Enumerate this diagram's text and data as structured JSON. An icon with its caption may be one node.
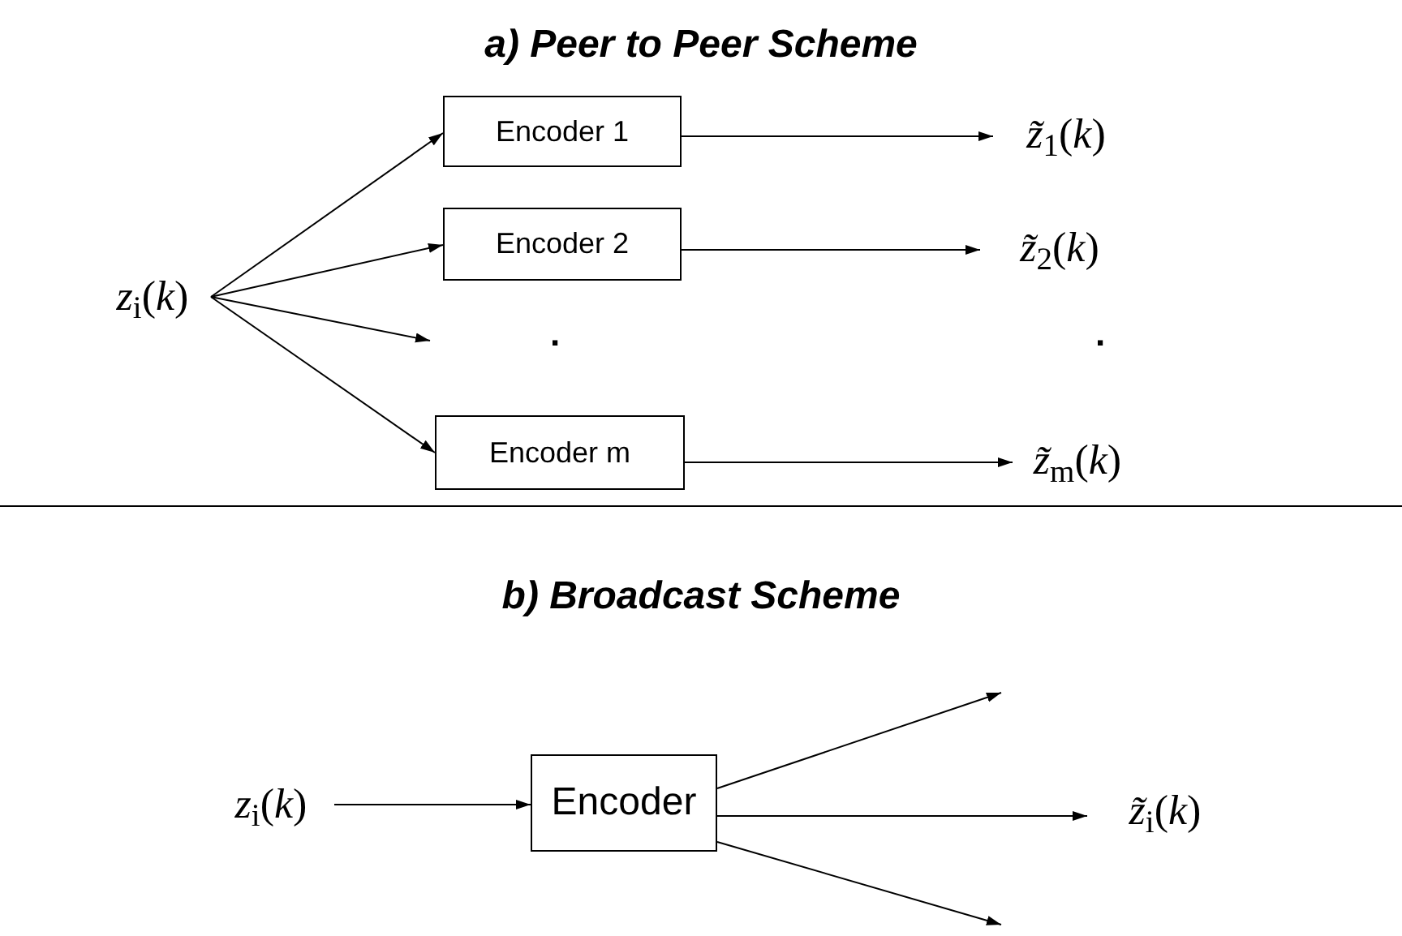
{
  "diagram": {
    "nodes": [
      {
        "text": [
          "*z*$_{i}$(*k*)"
        ]
      },
      {
        "text": [
          "Encoder 1"
        ]
      },
      {
        "text": [
          "Encoder 2"
        ]
      },
      {
        "text": [
          "Encoder m"
        ]
      },
      {
        "text": [
          "*z̃*$_{1}$(*k*)"
        ]
      },
      {
        "text": [
          "*z̃*$_{2}$(*k*)"
        ]
      },
      {
        "text": [
          "*z̃*$_{m}$(*k*)"
        ]
      },
      {
        "text": [
          "*z*$_{i}$(*k*)"
        ]
      },
      {
        "text": [
          "Encoder"
        ]
      },
      {
        "text": [
          "*z̃*$_{i}$(*k*)"
        ]
      }
    ],
    "edges": [
      {
        "from": 0,
        "to": 1,
        "arrow": "to"
      },
      {
        "from": 0,
        "to": 2,
        "arrow": "to"
      },
      {
        "from": 0,
        "to": null,
        "arrow": "to"
      },
      {
        "from": 0,
        "to": 3,
        "arrow": "to"
      },
      {
        "from": 1,
        "to": 4,
        "arrow": "to"
      },
      {
        "from": 2,
        "to": 5,
        "arrow": "to"
      },
      {
        "from": 3,
        "to": 6,
        "arrow": "to"
      },
      {
        "from": 7,
        "to": 8,
        "arrow": "to"
      },
      {
        "from": 8,
        "to": null,
        "arrow": "to"
      },
      {
        "from": 8,
        "to": 9,
        "arrow": "to"
      },
      {
        "from": 8,
        "to": null,
        "arrow": "to"
      }
    ],
    "labels": [
      "a) Peer to Peer Scheme",
      ".",
      ".",
      "b) Broadcast Scheme"
    ]
  }
}
